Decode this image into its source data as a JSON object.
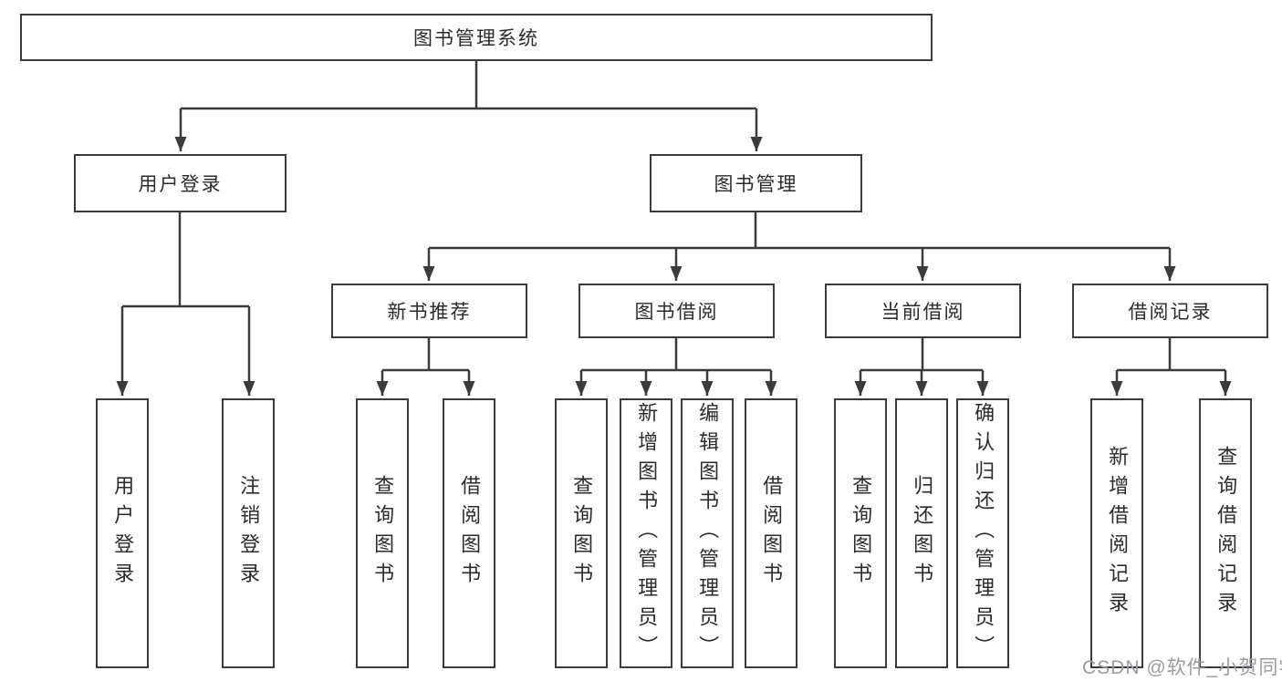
{
  "tree": {
    "root": "图书管理系统",
    "user_login": {
      "label": "用户登录",
      "children": {
        "login": "用户登录",
        "logout": "注销登录"
      }
    },
    "book_mgmt": {
      "label": "图书管理",
      "modules": {
        "new_book": {
          "label": "新书推荐",
          "children": {
            "query": "查询图书",
            "borrow": "借阅图书"
          }
        },
        "borrow": {
          "label": "图书借阅",
          "children": {
            "query": "查询图书",
            "add": "新增图书（管理员）",
            "edit": "编辑图书（管理员）",
            "borrow": "借阅图书"
          }
        },
        "current": {
          "label": "当前借阅",
          "children": {
            "query": "查询图书",
            "return": "归还图书",
            "confirm": "确认归还（管理员）"
          }
        },
        "records": {
          "label": "借阅记录",
          "children": {
            "add": "新增借阅记录",
            "query": "查询借阅记录"
          }
        }
      }
    }
  },
  "watermark": "CSDN @软件_小贺同学",
  "colors": {
    "line": "#3b3b3b",
    "text": "#2b2b2b",
    "watermark": "#9b9ba1",
    "background": "#ffffff"
  }
}
